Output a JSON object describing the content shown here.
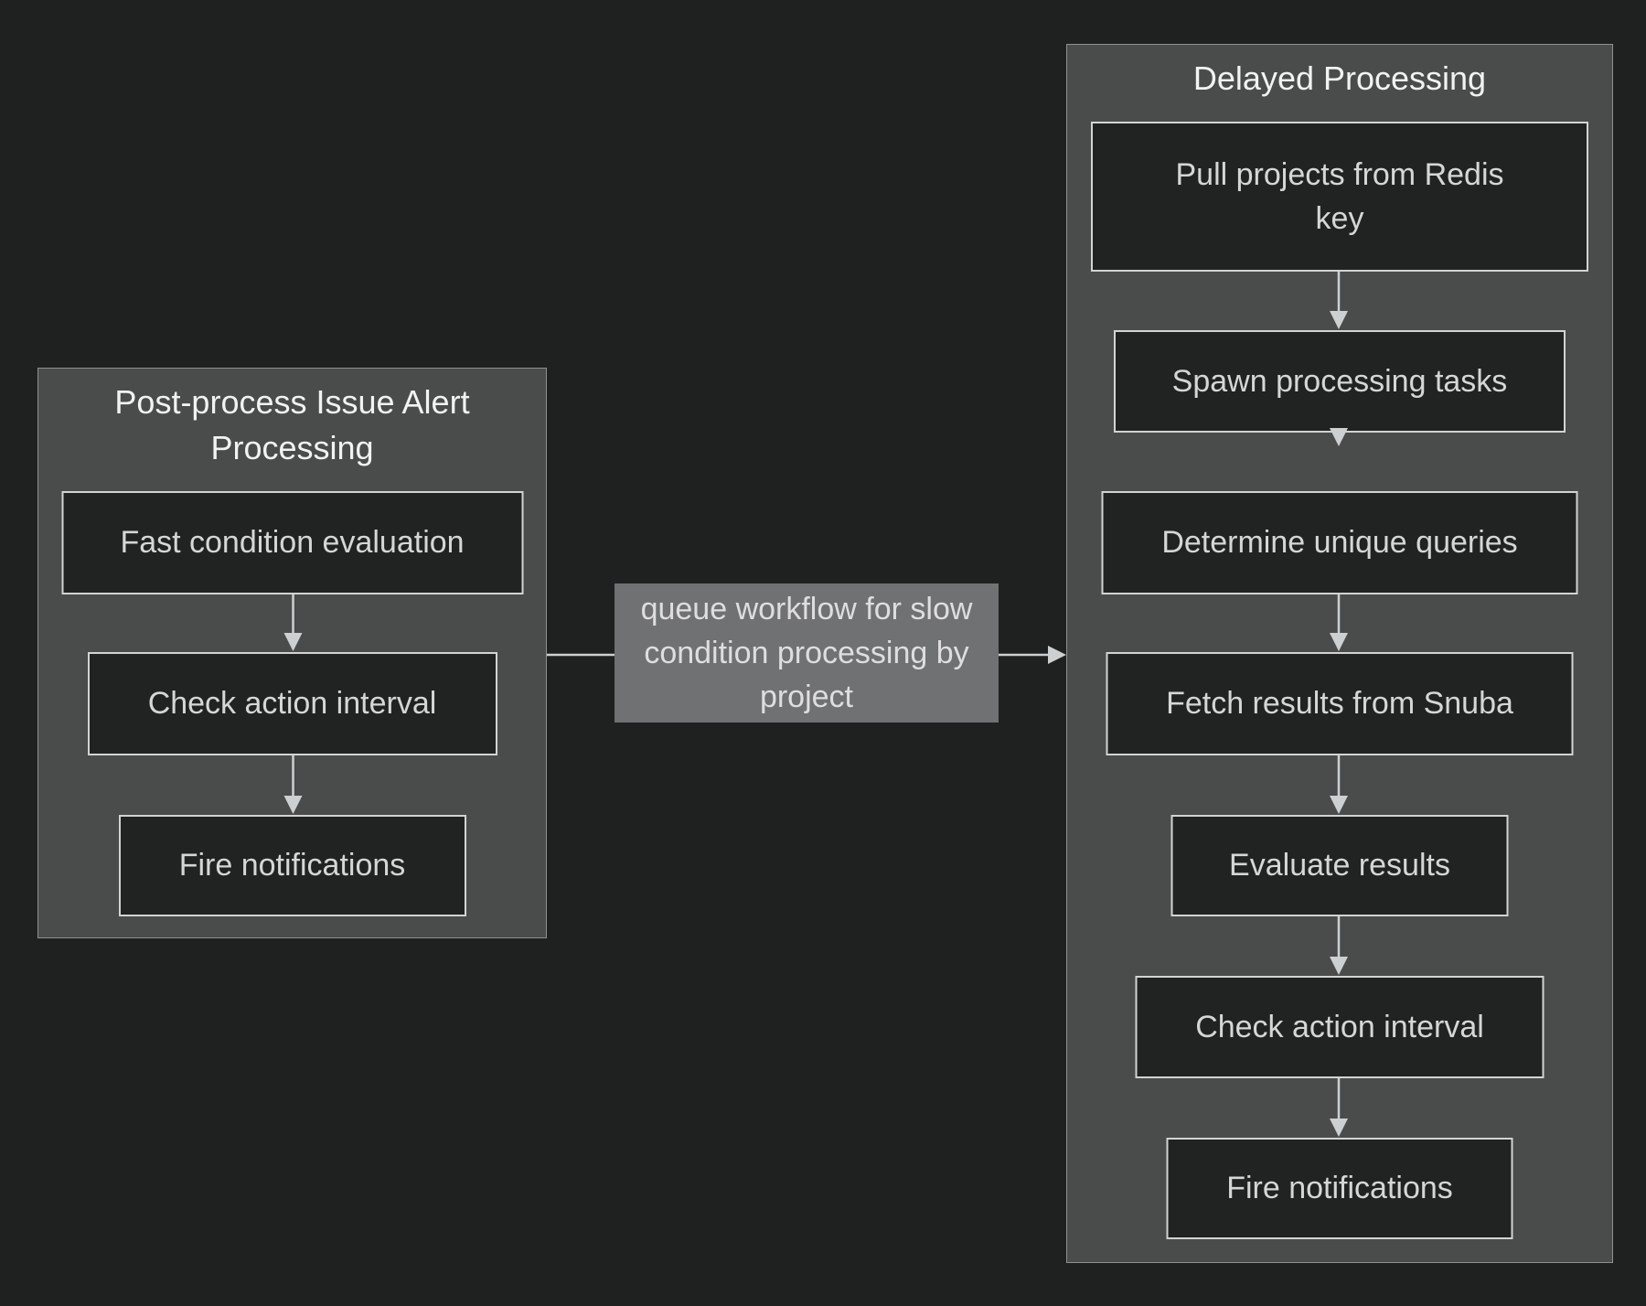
{
  "diagram": {
    "type": "flowchart",
    "colors": {
      "background": "#1f2020",
      "cluster_fill": "#4a4c4c",
      "cluster_border": "#8f9191",
      "node_fill": "#212222",
      "node_border": "#d2d4d4",
      "node_text": "#d5d6d6",
      "title_text": "#f1f2f2",
      "edge_stroke": "#cdd0d0",
      "edge_label_fill": "#6f7172",
      "edge_label_text": "#dededf"
    }
  },
  "clusters": {
    "post_process": {
      "title": "Post-process Issue Alert\nProcessing",
      "nodes": [
        {
          "id": "fast-condition-evaluation",
          "label": "Fast condition evaluation"
        },
        {
          "id": "check-action-interval",
          "label": "Check action interval"
        },
        {
          "id": "fire-notifications",
          "label": "Fire notifications"
        }
      ]
    },
    "delayed": {
      "title": "Delayed Processing",
      "nodes": [
        {
          "id": "pull-projects-from-redis-key",
          "label": "Pull projects from Redis\nkey"
        },
        {
          "id": "spawn-processing-tasks",
          "label": "Spawn processing tasks"
        },
        {
          "id": "determine-unique-queries",
          "label": "Determine unique queries"
        },
        {
          "id": "fetch-results-from-snuba",
          "label": "Fetch results from Snuba"
        },
        {
          "id": "evaluate-results",
          "label": "Evaluate results"
        },
        {
          "id": "check-action-interval",
          "label": "Check action interval"
        },
        {
          "id": "fire-notifications",
          "label": "Fire notifications"
        }
      ]
    }
  },
  "edge_label": {
    "text": "queue workflow for slow\ncondition processing by\nproject"
  },
  "edges": [
    {
      "from": "Fast condition evaluation",
      "to": "Check action interval",
      "label": ""
    },
    {
      "from": "Check action interval",
      "to": "Fire notifications",
      "label": ""
    },
    {
      "from": "Post-process Issue Alert Processing",
      "to": "Delayed Processing",
      "label": "queue workflow for slow condition processing by project"
    },
    {
      "from": "Pull projects from Redis key",
      "to": "Spawn processing tasks",
      "label": ""
    },
    {
      "from": "Spawn processing tasks",
      "to": "Determine unique queries",
      "label": ""
    },
    {
      "from": "Determine unique queries",
      "to": "Fetch results from Snuba",
      "label": ""
    },
    {
      "from": "Fetch results from Snuba",
      "to": "Evaluate results",
      "label": ""
    },
    {
      "from": "Evaluate results",
      "to": "Check action interval",
      "label": ""
    },
    {
      "from": "Check action interval",
      "to": "Fire notifications",
      "label": ""
    }
  ]
}
